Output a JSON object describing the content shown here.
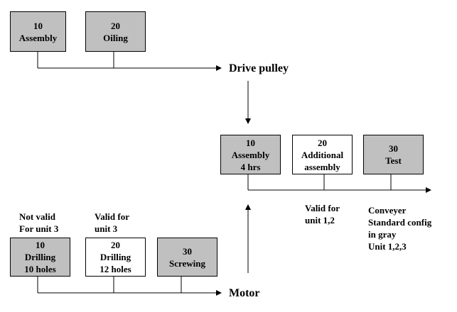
{
  "ops": {
    "assembly_top": {
      "num": "10",
      "line1": "Assembly",
      "fill": "gray"
    },
    "oiling": {
      "num": "20",
      "line1": "Oiling",
      "fill": "gray"
    },
    "conv_assembly": {
      "num": "10",
      "line1": "Assembly",
      "line2": "4 hrs",
      "fill": "gray"
    },
    "conv_additional": {
      "num": "20",
      "line1": "Additional",
      "line2": "assembly",
      "fill": "white"
    },
    "conv_test": {
      "num": "30",
      "line1": "Test",
      "fill": "gray"
    },
    "drilling10": {
      "num": "10",
      "line1": "Drilling",
      "line2": "10 holes",
      "fill": "gray"
    },
    "drilling12": {
      "num": "20",
      "line1": "Drilling",
      "line2": "12 holes",
      "fill": "white"
    },
    "screwing": {
      "num": "30",
      "line1": "Screwing",
      "fill": "gray"
    }
  },
  "labels": {
    "drive_pulley": "Drive pulley",
    "motor": "Motor",
    "not_valid": [
      "Not valid",
      "For unit 3"
    ],
    "valid_unit3": [
      "Valid for",
      "unit 3"
    ],
    "valid_unit12": [
      "Valid for",
      "unit 1,2"
    ],
    "conveyer_note": [
      "Conveyer",
      "Standard config",
      "in gray",
      "Unit 1,2,3"
    ]
  },
  "colors": {
    "gray_fill": "#c0c0c0",
    "white_fill": "#ffffff",
    "line": "#000000"
  }
}
